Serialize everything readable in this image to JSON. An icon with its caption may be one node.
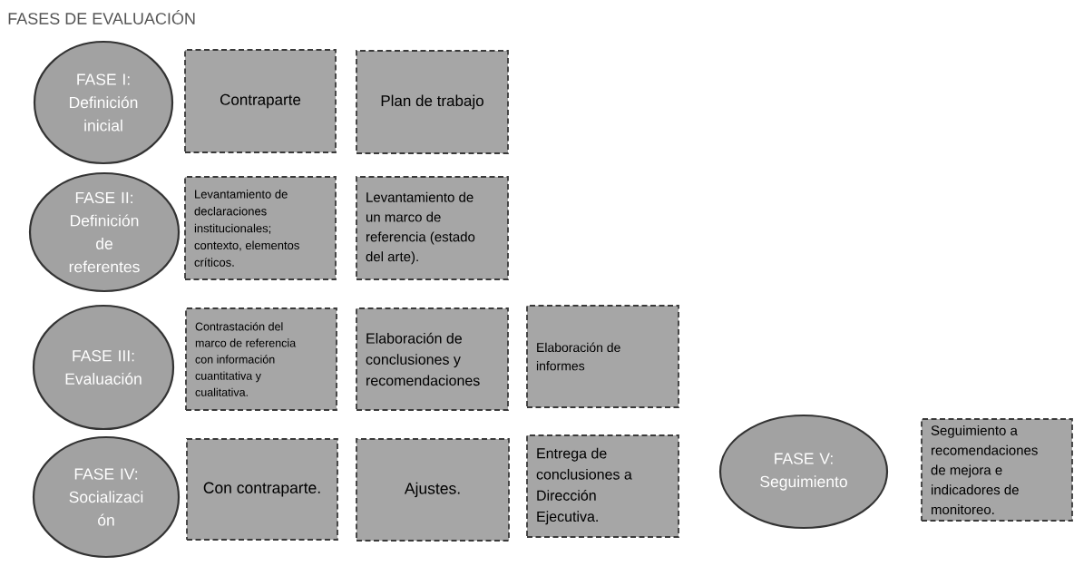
{
  "diagram": {
    "title": "FASES DE EVALUACIÓN",
    "nodes": [
      {
        "text": [
          "FASE I:",
          "Definición inicial"
        ]
      },
      {
        "text": [
          "Contraparte"
        ]
      },
      {
        "text": [
          "Plan de trabajo"
        ]
      },
      {
        "text": [
          "FASE II:",
          "Definición de referentes"
        ]
      },
      {
        "text": [
          "Levantamiento de declaraciones institucionales; contexto, elementos críticos."
        ]
      },
      {
        "text": [
          "Levantamiento de un marco de referencia (estado del arte)."
        ]
      },
      {
        "text": [
          "FASE III:",
          "Evaluación"
        ]
      },
      {
        "text": [
          "Contrastación del marco de referencia con información cuantitativa y cualitativa."
        ]
      },
      {
        "text": [
          "Elaboración de conclusiones y recomendaciones"
        ]
      },
      {
        "text": [
          "Elaboración de informes"
        ]
      },
      {
        "text": [
          "FASE IV:",
          "Socializaci ón"
        ]
      },
      {
        "text": [
          "Con contraparte."
        ]
      },
      {
        "text": [
          "Ajustes."
        ]
      },
      {
        "text": [
          "Entrega de conclusiones a Dirección Ejecutiva."
        ]
      },
      {
        "text": [
          "FASE V:",
          "Seguimiento"
        ]
      },
      {
        "text": [
          "Seguimiento a recomendaciones de mejora e indicadores de monitoreo."
        ]
      }
    ]
  }
}
